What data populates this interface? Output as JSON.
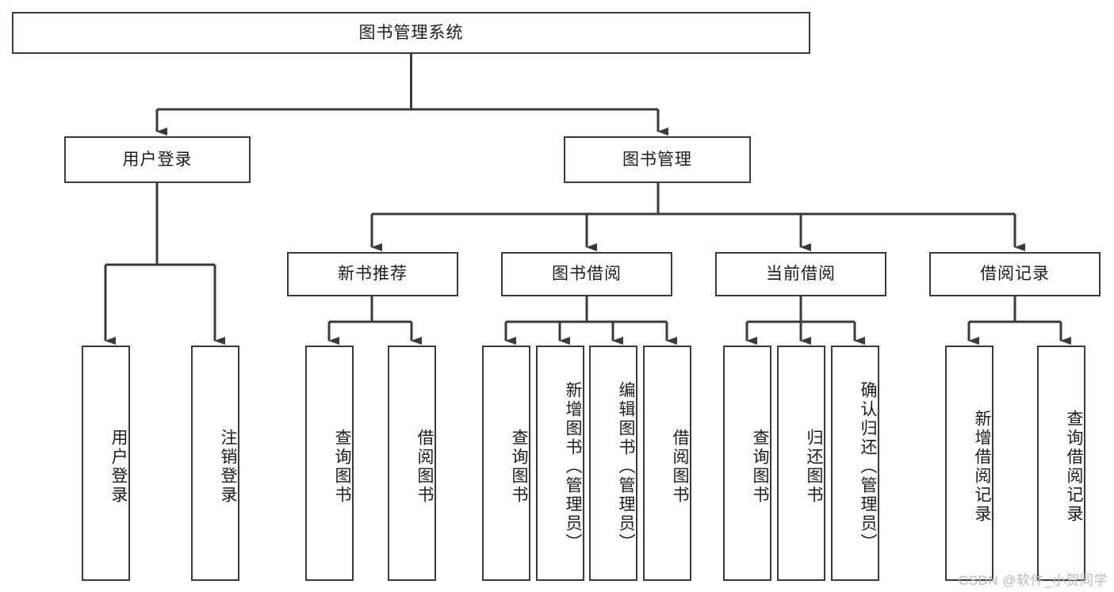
{
  "diagram": {
    "title": "图书管理系统",
    "type": "tree-hierarchy",
    "colors": {
      "box_border": "#3a3a3a",
      "box_fill": "#ffffff",
      "edge": "#3a3a3a",
      "text": "#1b1b1b",
      "watermark": "#b9b9b9",
      "background": "#ffffff"
    }
  },
  "root": {
    "label": "图书管理系统"
  },
  "level2": [
    {
      "label": "用户登录"
    },
    {
      "label": "图书管理"
    }
  ],
  "level3": [
    {
      "label": "新书推荐"
    },
    {
      "label": "图书借阅"
    },
    {
      "label": "当前借阅"
    },
    {
      "label": "借阅记录"
    }
  ],
  "leaves": {
    "user_login": [
      {
        "label": "用户登录"
      },
      {
        "label": "注销登录"
      }
    ],
    "new_book_recommend": [
      {
        "label": "查询图书"
      },
      {
        "label": "借阅图书"
      }
    ],
    "book_borrow": [
      {
        "label": "查询图书"
      },
      {
        "label": "新增图书（管理员）"
      },
      {
        "label": "编辑图书（管理员）"
      },
      {
        "label": "借阅图书"
      }
    ],
    "current_borrow": [
      {
        "label": "查询图书"
      },
      {
        "label": "归还图书"
      },
      {
        "label": "确认归还（管理员）"
      }
    ],
    "borrow_record": [
      {
        "label": "新增借阅记录"
      },
      {
        "label": "查询借阅记录"
      }
    ]
  },
  "watermark": {
    "text": "CSDN @软件_小贺同学"
  }
}
